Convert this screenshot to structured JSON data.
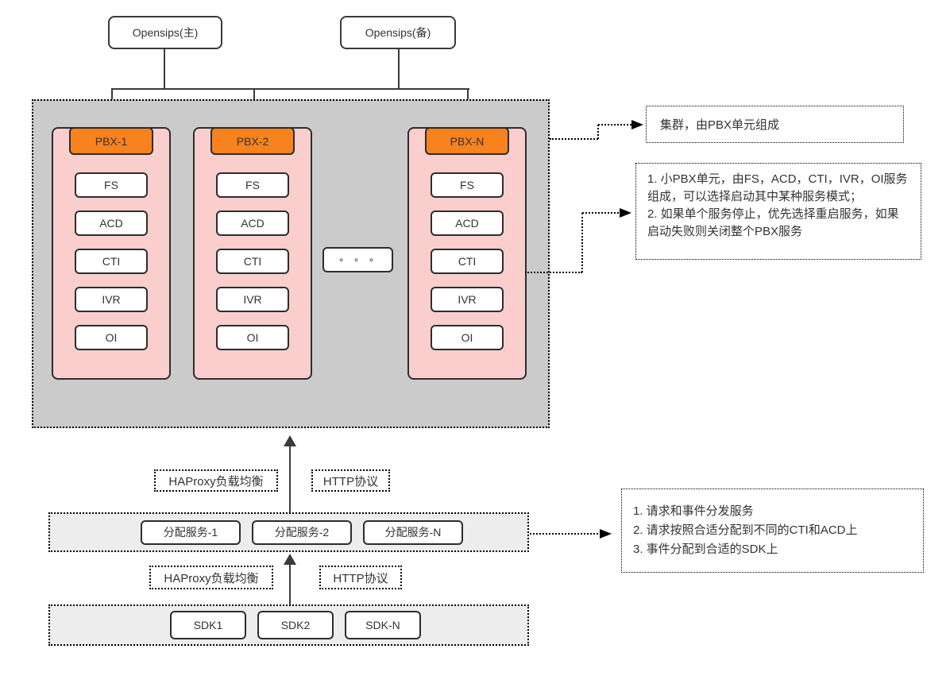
{
  "opensips": {
    "primary": "Opensips(主)",
    "backup": "Opensips(备)"
  },
  "cluster": {
    "pbx_units": [
      {
        "title": "PBX-1",
        "services": [
          "FS",
          "ACD",
          "CTI",
          "IVR",
          "OI"
        ]
      },
      {
        "title": "PBX-2",
        "services": [
          "FS",
          "ACD",
          "CTI",
          "IVR",
          "OI"
        ]
      },
      {
        "title": "PBX-N",
        "services": [
          "FS",
          "ACD",
          "CTI",
          "IVR",
          "OI"
        ]
      }
    ],
    "ellipsis": "∘ ∘ ∘"
  },
  "middleware_labels": {
    "haproxy": "HAProxy负载均衡",
    "http": "HTTP协议"
  },
  "dispatch_layer": {
    "items": [
      "分配服务-1",
      "分配服务-2",
      "分配服务-N"
    ]
  },
  "sdk_layer": {
    "items": [
      "SDK1",
      "SDK2",
      "SDK-N"
    ]
  },
  "annotations": {
    "cluster_note": "集群，由PBX单元组成",
    "pbx_note": "1. 小PBX单元，由FS，ACD，CTI，IVR，OI服务\n组成，可以选择启动其中某种服务模式；\n2. 如果单个服务停止，优先选择重启服务，如果\n启动失败则关闭整个PBX服务",
    "dispatch_note": "1. 请求和事件分发服务\n2. 请求按照合适分配到不同的CTI和ACD上\n3. 事件分配到合适的SDK上"
  },
  "colors": {
    "orange": "#f7821e",
    "pink": "#f9cecd",
    "cluster_gray": "#cbcbcb",
    "light_gray": "#ededed"
  }
}
